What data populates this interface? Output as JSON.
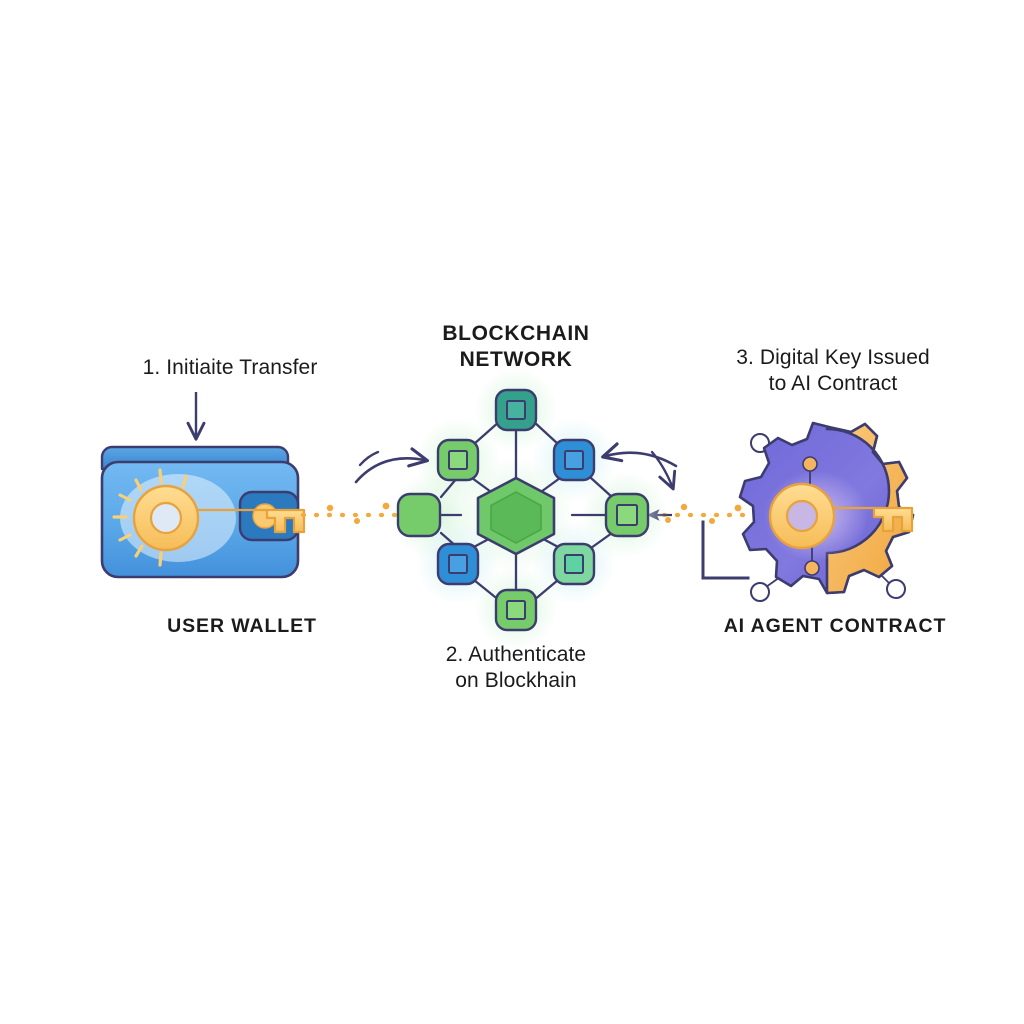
{
  "diagram": {
    "title_hidden": "",
    "background_color": "#ffffff",
    "labels": {
      "step1": "1. Initiaite Transfer",
      "step2": "2. Authenticate\non Blockhain",
      "step3": "3. Digital Key Issued\nto AI Contract",
      "network_title": "BLOCKCHAIN\nNETWORK",
      "left_node_title": "USER WALLET",
      "right_node_title": "AI AGENT CONTRACT"
    },
    "icons": {
      "wallet": "wallet-icon",
      "wallet_key": "key-icon",
      "wallet_clasp": "wallet-clasp-icon",
      "network": "blockchain-network-icon",
      "network_hub": "hexagon-hub-icon",
      "gear": "gear-icon",
      "gear_key": "key-icon",
      "arrow_down": "arrow-down-icon",
      "arrow_curve_left": "curved-arrow-right-icon",
      "arrow_curve_right": "curved-arrow-left-icon",
      "dotted_flow_left": "dotted-flow-right-icon",
      "dotted_flow_right": "dotted-flow-left-icon",
      "leader_bracket": "leader-bracket-icon"
    },
    "colors": {
      "wallet_body_light": "#6cb4ef",
      "wallet_body_dark": "#3f8fd8",
      "wallet_flap": "#3a86cf",
      "wallet_clasp": "#2b79bf",
      "key_gold": "#fbcf73",
      "key_gold_dark": "#f0a93c",
      "outline_navy": "#3d3c6e",
      "node_green": "#76cc6a",
      "node_green_dark": "#4aa845",
      "node_teal": "#35a08c",
      "node_blue": "#2f8fd6",
      "hub_green": "#6fc96a",
      "glow_green": "#dff6e2",
      "glow_cyan": "#ddf3f3",
      "gear_purple": "#6b63d6",
      "gear_purple_light": "#8a7fe0",
      "gear_orange": "#f5b55f",
      "dotted_orange": "#f5a93c",
      "text_dark": "#1b1b1b"
    },
    "network_nodes": [
      {
        "name": "node-top",
        "shape": "rounded-square",
        "fill": "#35a08c",
        "inner": true
      },
      {
        "name": "node-upper-left",
        "shape": "rounded-square",
        "fill": "#76cc6a",
        "inner": true
      },
      {
        "name": "node-upper-right",
        "shape": "rounded-square",
        "fill": "#2f8fd6",
        "inner": true
      },
      {
        "name": "node-left",
        "shape": "rounded-square",
        "fill": "#76cc6a",
        "inner": false
      },
      {
        "name": "node-right",
        "shape": "rounded-square",
        "fill": "#76cc6a",
        "inner": true
      },
      {
        "name": "node-lower-left",
        "shape": "rounded-square",
        "fill": "#2f8fd6",
        "inner": true
      },
      {
        "name": "node-lower-right",
        "shape": "rounded-square",
        "fill": "#5fd2a4",
        "inner": true
      },
      {
        "name": "node-bottom",
        "shape": "rounded-square",
        "fill": "#76cc6a",
        "inner": true
      },
      {
        "name": "node-hub",
        "shape": "hexagon",
        "fill": "#6fc96a",
        "inner": true
      }
    ]
  }
}
